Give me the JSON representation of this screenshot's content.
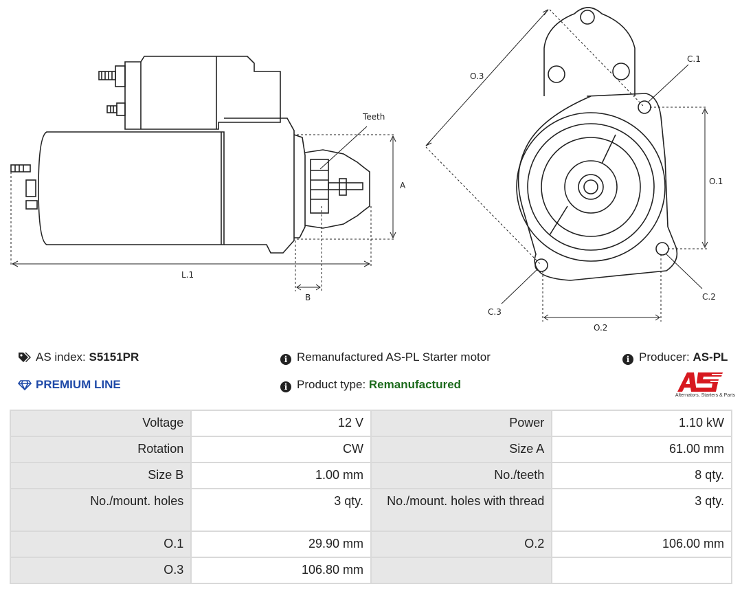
{
  "drawing": {
    "labels": {
      "teeth": "Teeth",
      "a": "A",
      "l1": "L.1",
      "b": "B",
      "o3": "O.3",
      "c1": "C.1",
      "o1": "O.1",
      "c2": "C.2",
      "c3": "C.3",
      "o2": "O.2"
    }
  },
  "info": {
    "as_index_label": "AS index:",
    "as_index_value": "S5151PR",
    "premium_line": "PREMIUM LINE",
    "description": "Remanufactured AS-PL Starter motor",
    "product_type_label": "Product type:",
    "product_type_value": "Remanufactured",
    "producer_label": "Producer:",
    "producer_value": "AS-PL"
  },
  "logo": {
    "mark": "AS",
    "tagline": "Alternators, Starters & Parts",
    "color": "#d71920"
  },
  "specs": [
    {
      "label1": "Voltage",
      "value1": "12 V",
      "label2": "Power",
      "value2": "1.10 kW"
    },
    {
      "label1": "Rotation",
      "value1": "CW",
      "label2": "Size A",
      "value2": "61.00 mm"
    },
    {
      "label1": "Size B",
      "value1": "1.00 mm",
      "label2": "No./teeth",
      "value2": "8 qty."
    },
    {
      "label1": "No./mount. holes",
      "value1": "3 qty.",
      "label2": "No./mount. holes with thread",
      "value2": "3 qty."
    },
    {
      "label1": "O.1",
      "value1": "29.90 mm",
      "label2": "O.2",
      "value2": "106.00 mm"
    },
    {
      "label1": "O.3",
      "value1": "106.80 mm",
      "label2": "",
      "value2": ""
    }
  ],
  "colors": {
    "premium": "#1f4aa8",
    "product_type": "#1d6b1d",
    "label_cell": "#e7e7e7"
  }
}
